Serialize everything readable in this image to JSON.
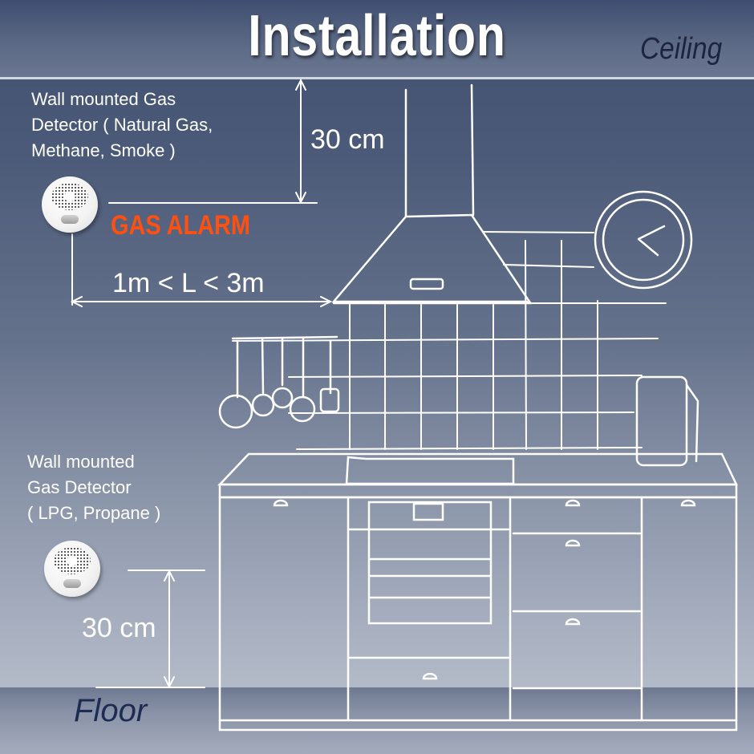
{
  "header": {
    "title": "Installation",
    "ceiling_label": "Ceiling"
  },
  "top_detector": {
    "description": "Wall mounted Gas\nDetector ( Natural Gas,\nMethane, Smoke )",
    "ceiling_distance": "30 cm",
    "brand_label": "GAS ALARM",
    "horizontal_distance": "1m < L < 3m"
  },
  "bottom_detector": {
    "description": "Wall mounted\nGas  Detector\n( LPG, Propane )",
    "floor_distance": "30 cm"
  },
  "footer": {
    "floor_label": "Floor"
  },
  "colors": {
    "alarm": "#ff5010",
    "floor_text": "#1e2b52",
    "ceiling_text": "#1c2540",
    "line": "#ffffff"
  }
}
